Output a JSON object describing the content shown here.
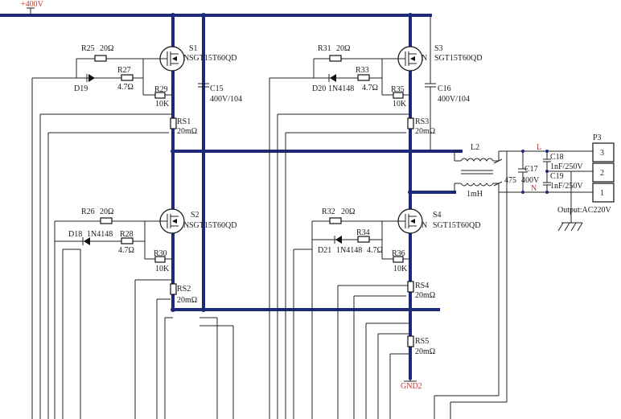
{
  "power": {
    "top_rail": "+400V",
    "ground": "GND2"
  },
  "mosfets": [
    {
      "ref": "S1",
      "part": "SGT15T60QD",
      "pin": "N"
    },
    {
      "ref": "S2",
      "part": "SGT15T60QD",
      "pin": "N"
    },
    {
      "ref": "S3",
      "part": "SGT15T60QD",
      "pin": "N"
    },
    {
      "ref": "S4",
      "part": "SGT15T60QD",
      "pin": "N"
    }
  ],
  "resistors": {
    "r25": {
      "ref": "R25",
      "value": "20Ω"
    },
    "r27": {
      "ref": "R27",
      "value": "4.7Ω"
    },
    "r29": {
      "ref": "R29",
      "value": "10K"
    },
    "r26": {
      "ref": "R26",
      "value": "20Ω"
    },
    "r28": {
      "ref": "R28",
      "value": "4.7Ω"
    },
    "r30": {
      "ref": "R30",
      "value": "10K"
    },
    "r31": {
      "ref": "R31",
      "value": "20Ω"
    },
    "r33": {
      "ref": "R33",
      "value": "4.7Ω"
    },
    "r35": {
      "ref": "R35",
      "value": "10K"
    },
    "r32": {
      "ref": "R32",
      "value": "20Ω"
    },
    "r34": {
      "ref": "R34",
      "value": "4.7Ω"
    },
    "r36": {
      "ref": "R36",
      "value": "10K"
    }
  },
  "shunts": {
    "rs1": {
      "ref": "RS1",
      "value": "20mΩ"
    },
    "rs2": {
      "ref": "RS2",
      "value": "20mΩ"
    },
    "rs3": {
      "ref": "RS3",
      "value": "20mΩ"
    },
    "rs4": {
      "ref": "RS4",
      "value": "20mΩ"
    },
    "rs5": {
      "ref": "RS5",
      "value": "20mΩ"
    }
  },
  "diodes": {
    "d19": {
      "ref": "D19"
    },
    "d18": {
      "ref": "D18",
      "part": "1N4148"
    },
    "d20": {
      "ref": "D20",
      "part": "1N4148"
    },
    "d21": {
      "ref": "D21",
      "part": "1N4148"
    }
  },
  "capacitors": {
    "c15": {
      "ref": "C15",
      "value": "400V/104"
    },
    "c16": {
      "ref": "C16",
      "value": "400V/104"
    },
    "c17": {
      "ref": "C17",
      "value": "475",
      "rating": "400V"
    },
    "c18": {
      "ref": "C18",
      "value": "1nF/250V"
    },
    "c19": {
      "ref": "C19",
      "value": "1nF/250V"
    }
  },
  "inductor": {
    "ref": "L2",
    "value": "1mH"
  },
  "output": {
    "connector": "P3",
    "pins": [
      "3",
      "2",
      "1"
    ],
    "label_l": "L",
    "label_n": "N",
    "output_label": "Output:AC220V"
  }
}
